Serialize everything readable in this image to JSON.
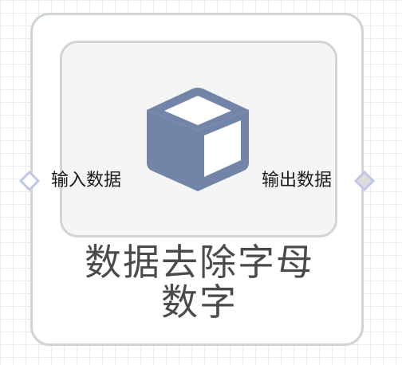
{
  "node": {
    "title_line1": "数据去除字母",
    "title_line2": "数字",
    "icon": "cube-icon",
    "input_port": {
      "label": "输入数据",
      "icon": "diamond-port-icon"
    },
    "output_port": {
      "label": "输出数据",
      "icon": "diamond-port-icon"
    }
  },
  "colors": {
    "outer_border": "#cfd5d1",
    "inner_fill": "#f5f5f5",
    "cube": "#7284a8",
    "input_port_stroke": "#bfc6e6",
    "output_port_fill": "#dcdcdc",
    "title": "#4a4a4a"
  }
}
